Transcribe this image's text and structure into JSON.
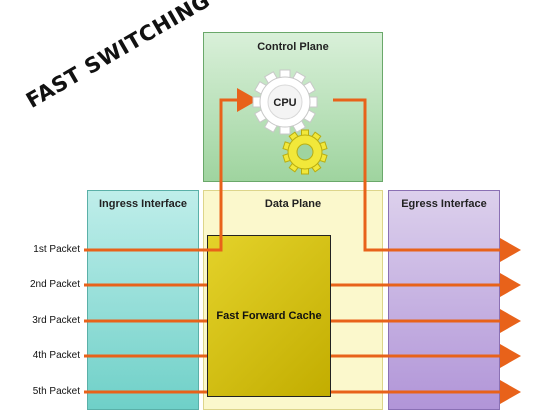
{
  "title": "FAST SWITCHING",
  "control_plane": {
    "label": "Control Plane",
    "cpu_label": "CPU"
  },
  "ingress": {
    "label": "Ingress Interface"
  },
  "data_plane": {
    "label": "Data Plane",
    "cache_label": "Fast Forward Cache"
  },
  "egress": {
    "label": "Egress Interface"
  },
  "packets": [
    "1st Packet",
    "2nd Packet",
    "3rd Packet",
    "4th Packet",
    "5th Packet"
  ],
  "colors": {
    "arrow": "#e8621a",
    "gear_white": "#ffffff",
    "gear_yellow": "#f2e83a",
    "cache": "#d4c010"
  }
}
